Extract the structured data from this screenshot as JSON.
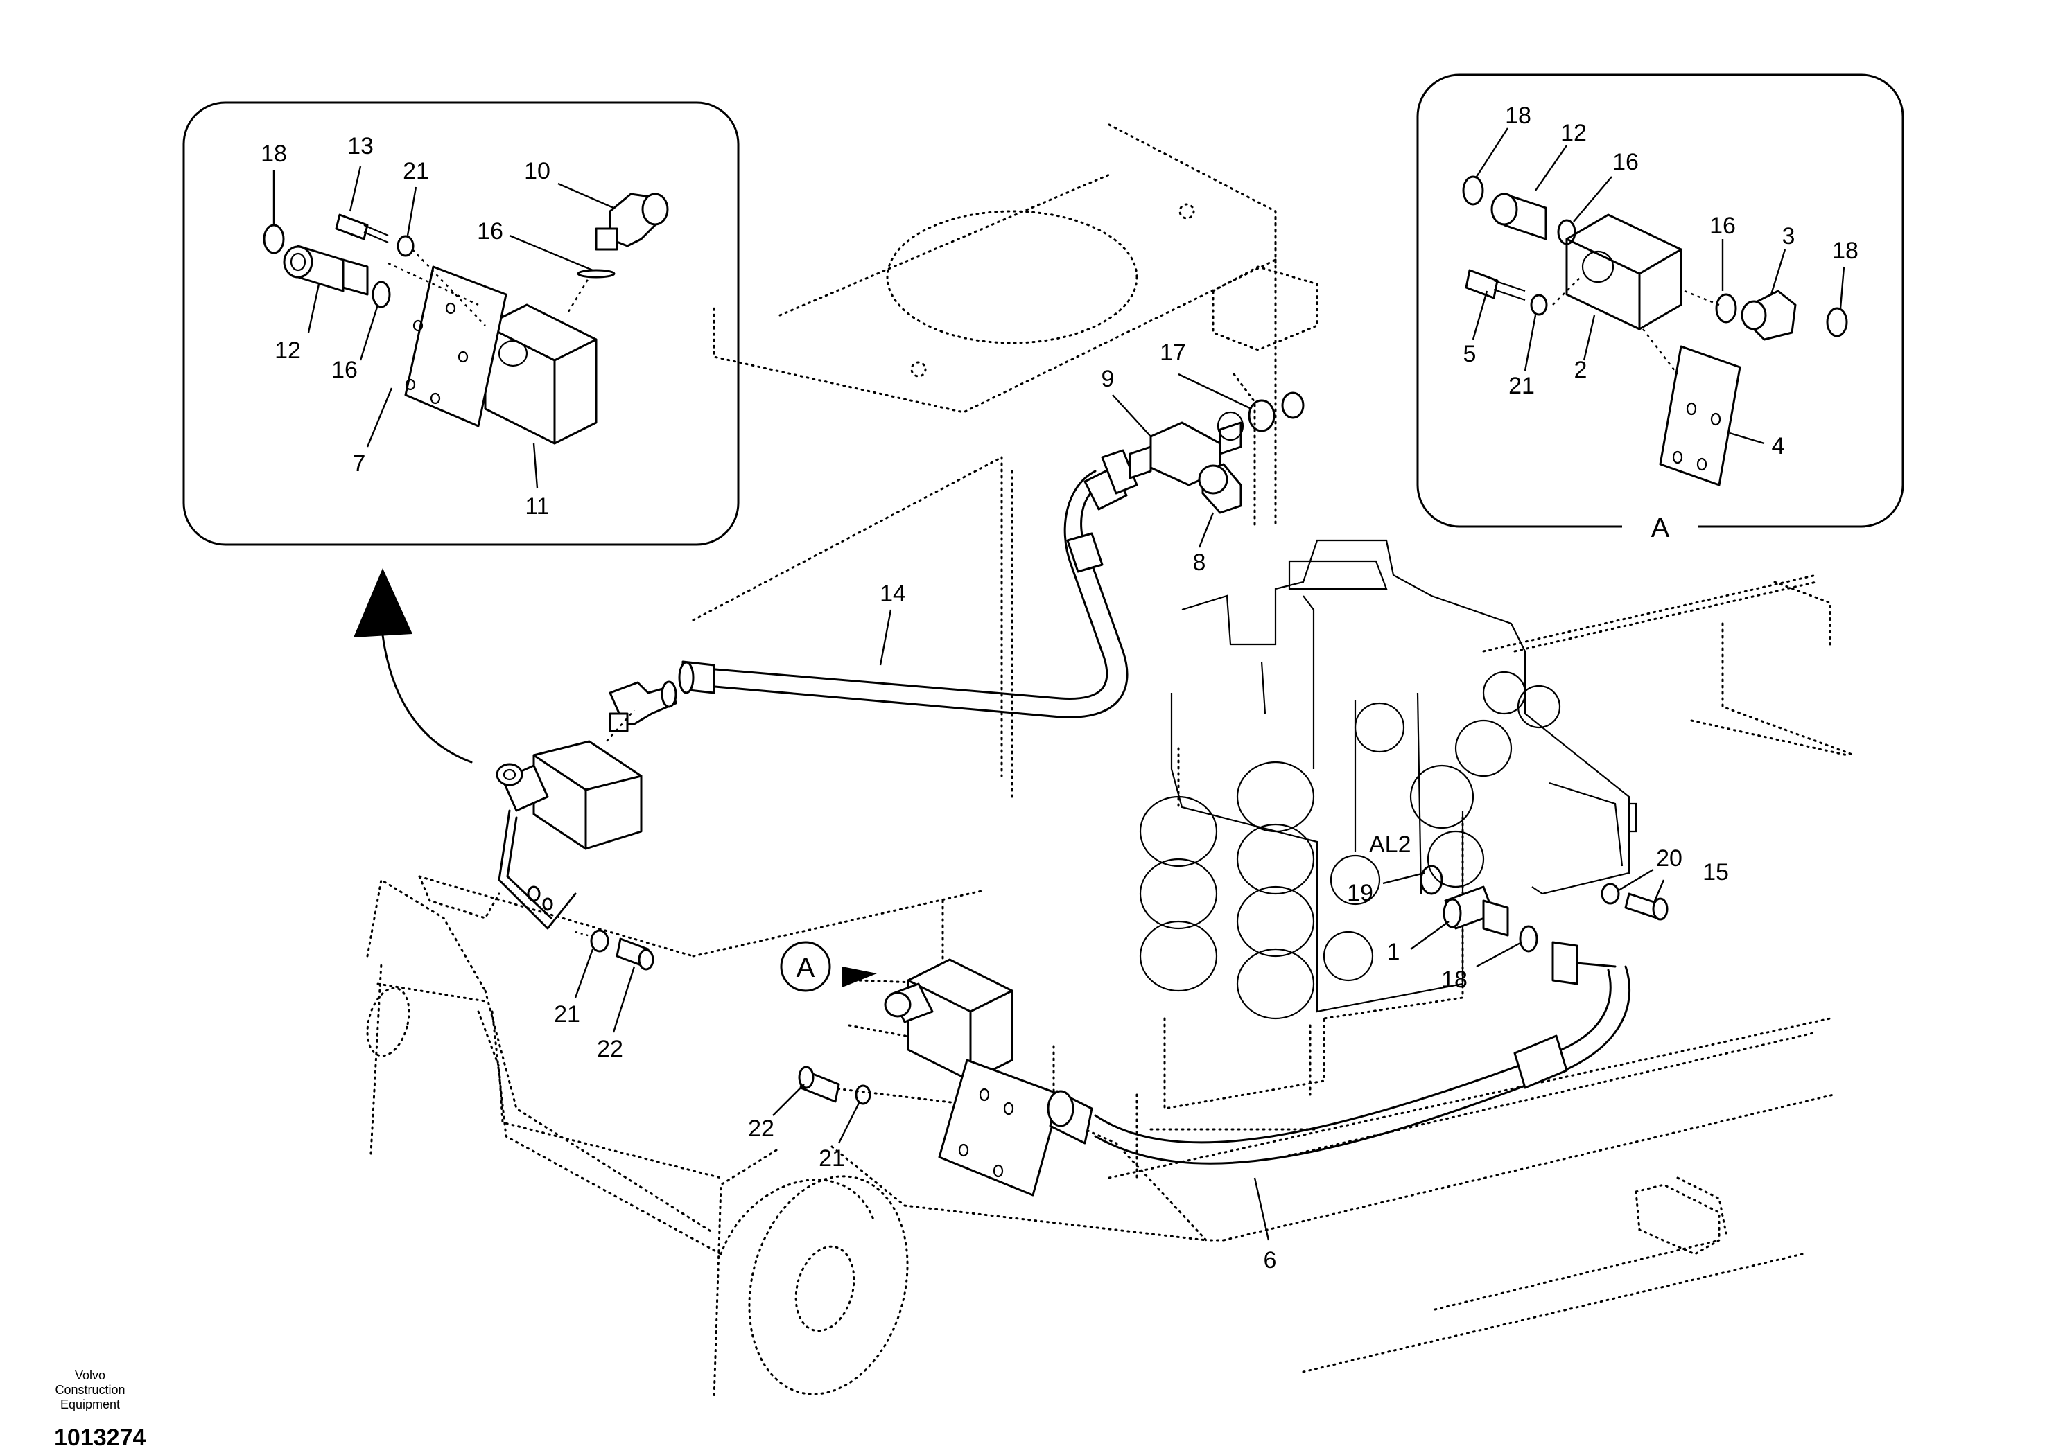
{
  "diagram": {
    "callouts": {
      "detail_left": [
        "18",
        "13",
        "21",
        "10",
        "16",
        "12",
        "16",
        "7",
        "11"
      ],
      "detail_right": [
        "18",
        "12",
        "16",
        "16",
        "3",
        "18",
        "5",
        "21",
        "2",
        "4"
      ],
      "detail_right_view": "A",
      "main": [
        "14",
        "9",
        "17",
        "8",
        "21",
        "22",
        "22",
        "21",
        "6",
        "20",
        "15",
        "19",
        "1",
        "18"
      ],
      "view_marker": "A",
      "port_marking": "AL2"
    }
  },
  "footer": {
    "company": "Volvo Construction Equipment",
    "document_number": "1013274"
  }
}
